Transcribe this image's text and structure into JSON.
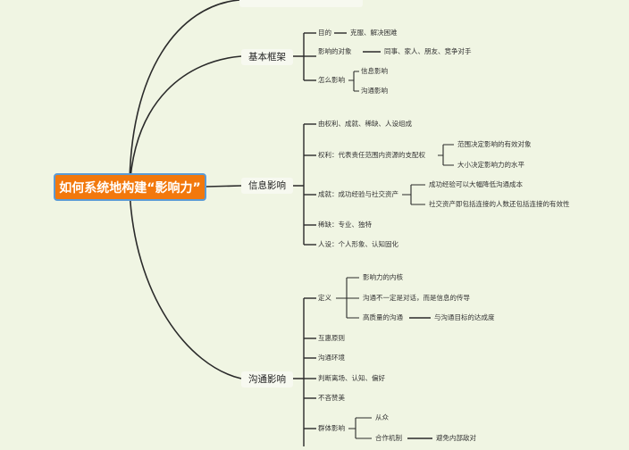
{
  "root": "如何系统地构建“影响力”",
  "branches": {
    "framework": {
      "title": "基本框架",
      "purpose": "目的",
      "purpose_value": "克服、解决困难",
      "target": "影响的对象",
      "target_value": "同事、家人、朋友、竞争对手",
      "how": "怎么影响",
      "how_items": [
        "信息影响",
        "沟通影响"
      ]
    },
    "info": {
      "title": "信息影响",
      "composition": "由权利、成就、稀缺、人设组成",
      "power": "权利：代表责任范围内资源的支配权",
      "power_items": [
        "范围决定影响的有效对象",
        "大小决定影响力的水平"
      ],
      "achievement": "成就：成功经验与社交资产",
      "achievement_items": [
        "成功经验可以大幅降低沟通成本",
        "社交资产即包括连接的人数还包括连接的有效性"
      ],
      "scarcity": "稀缺：专业、独特",
      "persona": "人设：个人形象、认知固化"
    },
    "comm": {
      "title": "沟通影响",
      "definition": "定义",
      "definition_items": [
        "影响力的内核",
        "沟通不一定是对话，而是信息的传导",
        "高质量的沟通"
      ],
      "quality_value": "与沟通目标的达成度",
      "reciprocity": "互惠原则",
      "environment": "沟通环境",
      "judgment": "判断离场、认知、偏好",
      "praise": "不吝赞美",
      "group": "群体影响",
      "group_items": [
        "从众",
        "合作机制"
      ],
      "cooperation_value": "避免内部敌对"
    }
  }
}
